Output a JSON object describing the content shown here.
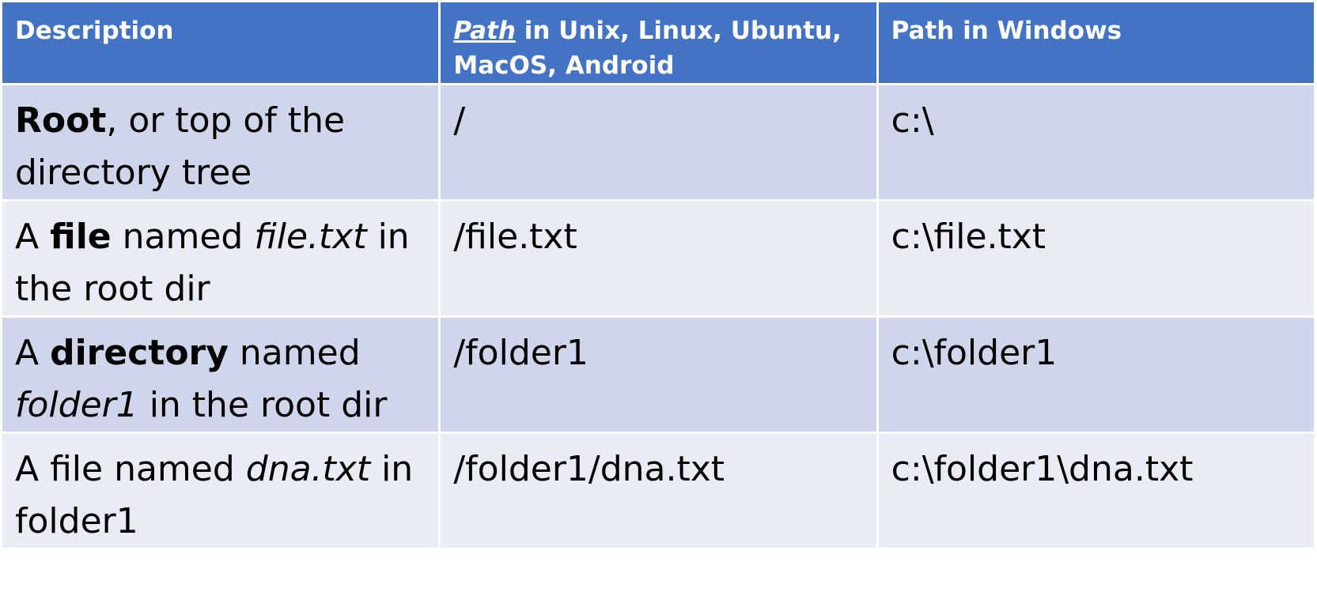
{
  "table": {
    "headers": {
      "description": "Description",
      "unix_path_word": "Path",
      "unix_rest": " in Unix, Linux, Ubuntu, MacOS, Android",
      "windows": "Path in Windows"
    },
    "rows": [
      {
        "desc_bold": "Root",
        "desc_rest": ", or top of the directory tree",
        "unix": "/",
        "windows": "c:\\"
      },
      {
        "desc_pre": "A ",
        "desc_bold": "file",
        "desc_mid": " named ",
        "desc_italic": "file.txt",
        "desc_post": " in the root dir",
        "unix": "/file.txt",
        "windows": "c:\\file.txt"
      },
      {
        "desc_pre": "A ",
        "desc_bold": "directory",
        "desc_mid": " named ",
        "desc_italic": "folder1",
        "desc_post": " in the root dir",
        "unix": "/folder1",
        "windows": "c:\\folder1"
      },
      {
        "desc_pre": "A file named ",
        "desc_italic": "dna.txt",
        "desc_post": " in folder1",
        "unix": "/folder1/dna.txt",
        "windows": "c:\\folder1\\dna.txt"
      }
    ]
  }
}
